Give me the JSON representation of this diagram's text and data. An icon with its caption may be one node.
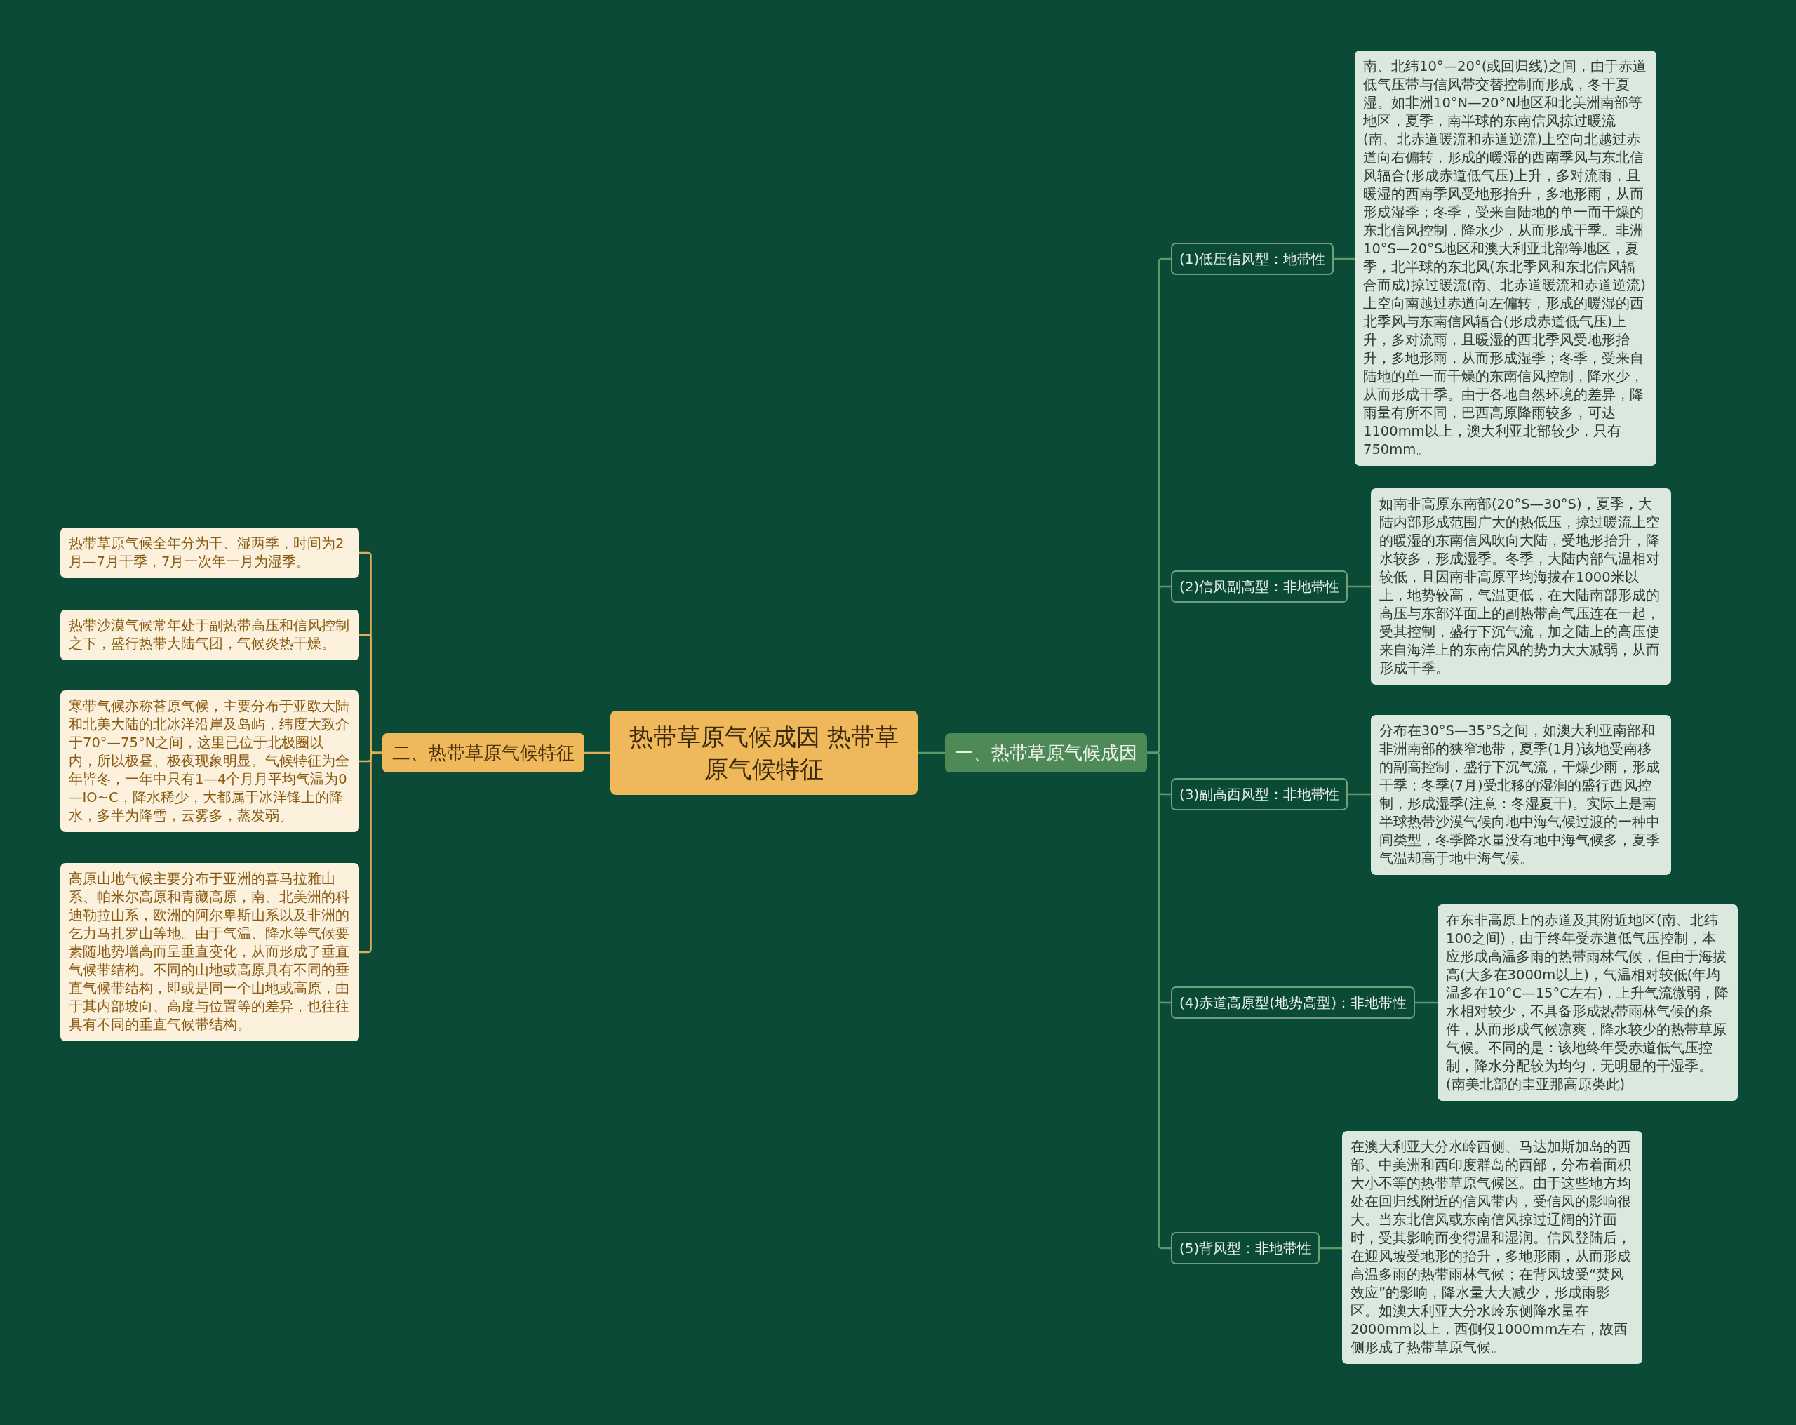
{
  "diagram": {
    "nodes": [
      {
        "text": [
          "热带草原气候成因 热带草原气候特征"
        ]
      },
      {
        "text": [
          "一、热带草原气候成因"
        ]
      },
      {
        "text": [
          "(1)低压信风型：地带性"
        ]
      },
      {
        "text": [
          "南、北纬10°—20°(或回归线)之间，由于赤道低气压带与信风带交替控制而形成，冬干夏湿。如非洲10°N—20°N地区和北美洲南部等地区，夏季，南半球的东南信风掠过暖流(南、北赤道暖流和赤道逆流)上空向北越过赤道向右偏转，形成的暖湿的西南季风与东北信风辐合(形成赤道低气压)上升，多对流雨，且暖湿的西南季风受地形抬升，多地形雨，从而形成湿季；冬季，受来自陆地的单一而干燥的东北信风控制，降水少，从而形成干季。非洲10°S—20°S地区和澳大利亚北部等地区，夏季，北半球的东北风(东北季风和东北信风辐合而成)掠过暖流(南、北赤道暖流和赤道逆流)上空向南越过赤道向左偏转，形成的暖湿的西北季风与东南信风辐合(形成赤道低气压)上升，多对流雨，且暖湿的西北季风受地形抬升，多地形雨，从而形成湿季；冬季，受来自陆地的单一而干燥的东南信风控制，降水少，从而形成干季。由于各地自然环境的差异，降雨量有所不同，巴西高原降雨较多，可达1100mm以上，澳大利亚北部较少，只有750mm。"
        ]
      },
      {
        "text": [
          "(2)信风副高型：非地带性"
        ]
      },
      {
        "text": [
          "如南非高原东南部(20°S—30°S)，夏季，大陆内部形成范围广大的热低压，掠过暖流上空的暖湿的东南信风吹向大陆，受地形抬升，降水较多，形成湿季。冬季，大陆内部气温相对较低，且因南非高原平均海拔在1000米以上，地势较高，气温更低，在大陆南部形成的高压与东部洋面上的副热带高气压连在一起，受其控制，盛行下沉气流，加之陆上的高压使来自海洋上的东南信风的势力大大减弱，从而形成干季。"
        ]
      },
      {
        "text": [
          "(3)副高西风型：非地带性"
        ]
      },
      {
        "text": [
          "分布在30°S—35°S之间，如澳大利亚南部和非洲南部的狭窄地带，夏季(1月)该地受南移的副高控制，盛行下沉气流，干燥少雨，形成干季；冬季(7月)受北移的湿润的盛行西风控制，形成湿季(注意：冬湿夏干)。实际上是南半球热带沙漠气候向地中海气候过渡的一种中间类型，冬季降水量没有地中海气候多，夏季气温却高于地中海气候。"
        ]
      },
      {
        "text": [
          "(4)赤道高原型(地势高型)：非地带性"
        ]
      },
      {
        "text": [
          "在东非高原上的赤道及其附近地区(南、北纬100之间)，由于终年受赤道低气压控制，本应形成高温多雨的热带雨林气候，但由于海拔高(大多在3000m以上)，气温相对较低(年均温多在10°C—15°C左右)，上升气流微弱，降水相对较少，不具备形成热带雨林气候的条件，从而形成气候凉爽，降水较少的热带草原气候。不同的是：该地终年受赤道低气压控制，降水分配较为均匀，无明显的干湿季。(南美北部的圭亚那高原类此)"
        ]
      },
      {
        "text": [
          "(5)背风型：非地带性"
        ]
      },
      {
        "text": [
          "在澳大利亚大分水岭西侧、马达加斯加岛的西部、中美洲和西印度群岛的西部，分布着面积大小不等的热带草原气候区。由于这些地方均处在回归线附近的信风带内，受信风的影响很大。当东北信风或东南信风掠过辽阔的洋面时，受其影响而变得温和湿润。信风登陆后，在迎风坡受地形的抬升，多地形雨，从而形成高温多雨的热带雨林气候；在背风坡受“焚风效应”的影响，降水量大大减少，形成雨影区。如澳大利亚大分水岭东侧降水量在2000mm以上，西侧仅1000mm左右，故西侧形成了热带草原气候。"
        ]
      },
      {
        "text": [
          "二、热带草原气候特征"
        ]
      },
      {
        "text": [
          "热带草原气候全年分为干、湿两季，时间为2月—7月干季，7月一次年一月为湿季。"
        ]
      },
      {
        "text": [
          "热带沙漠气候常年处于副热带高压和信风控制之下，盛行热带大陆气团，气候炎热干燥。"
        ]
      },
      {
        "text": [
          "寒带气候亦称苔原气候，主要分布于亚欧大陆和北美大陆的北冰洋沿岸及岛屿，纬度大致介于70°—75°N之间，这里已位于北极圈以内，所以极昼、极夜现象明显。气候特征为全年皆冬，一年中只有1—4个月月平均气温为0—IO~C，降水稀少，大都属于冰洋锋上的降水，多半为降雪，云雾多，蒸发弱。"
        ]
      },
      {
        "text": [
          "高原山地气候主要分布于亚洲的喜马拉雅山系、帕米尔高原和青藏高原，南、北美洲的科迪勒拉山系，欧洲的阿尔卑斯山系以及非洲的乞力马扎罗山等地。由于气温、降水等气候要素随地势增高而呈垂直变化，从而形成了垂直气候带结构。不同的山地或高原具有不同的垂直气候带结构，即或是同一个山地或高原，由于其内部坡向、高度与位置等的差异，也往往具有不同的垂直气候带结构。"
        ]
      }
    ],
    "edges": [
      {
        "from": 0,
        "to": 1,
        "arrow": "none"
      },
      {
        "from": 1,
        "to": 2,
        "arrow": "none"
      },
      {
        "from": 2,
        "to": 3,
        "arrow": "none"
      },
      {
        "from": 1,
        "to": 4,
        "arrow": "none"
      },
      {
        "from": 4,
        "to": 5,
        "arrow": "none"
      },
      {
        "from": 1,
        "to": 6,
        "arrow": "none"
      },
      {
        "from": 6,
        "to": 7,
        "arrow": "none"
      },
      {
        "from": 1,
        "to": 8,
        "arrow": "none"
      },
      {
        "from": 8,
        "to": 9,
        "arrow": "none"
      },
      {
        "from": 1,
        "to": 10,
        "arrow": "none"
      },
      {
        "from": 10,
        "to": 11,
        "arrow": "none"
      },
      {
        "from": 0,
        "to": 12,
        "arrow": "none",
        "color": "#e2ad55"
      },
      {
        "from": 12,
        "to": 13,
        "arrow": "none",
        "color": "#e2ad55"
      },
      {
        "from": 12,
        "to": 14,
        "arrow": "none",
        "color": "#e2ad55"
      },
      {
        "from": 12,
        "to": 15,
        "arrow": "none",
        "color": "#e2ad55"
      },
      {
        "from": 12,
        "to": 16,
        "arrow": "none",
        "color": "#e2ad55"
      }
    ]
  }
}
